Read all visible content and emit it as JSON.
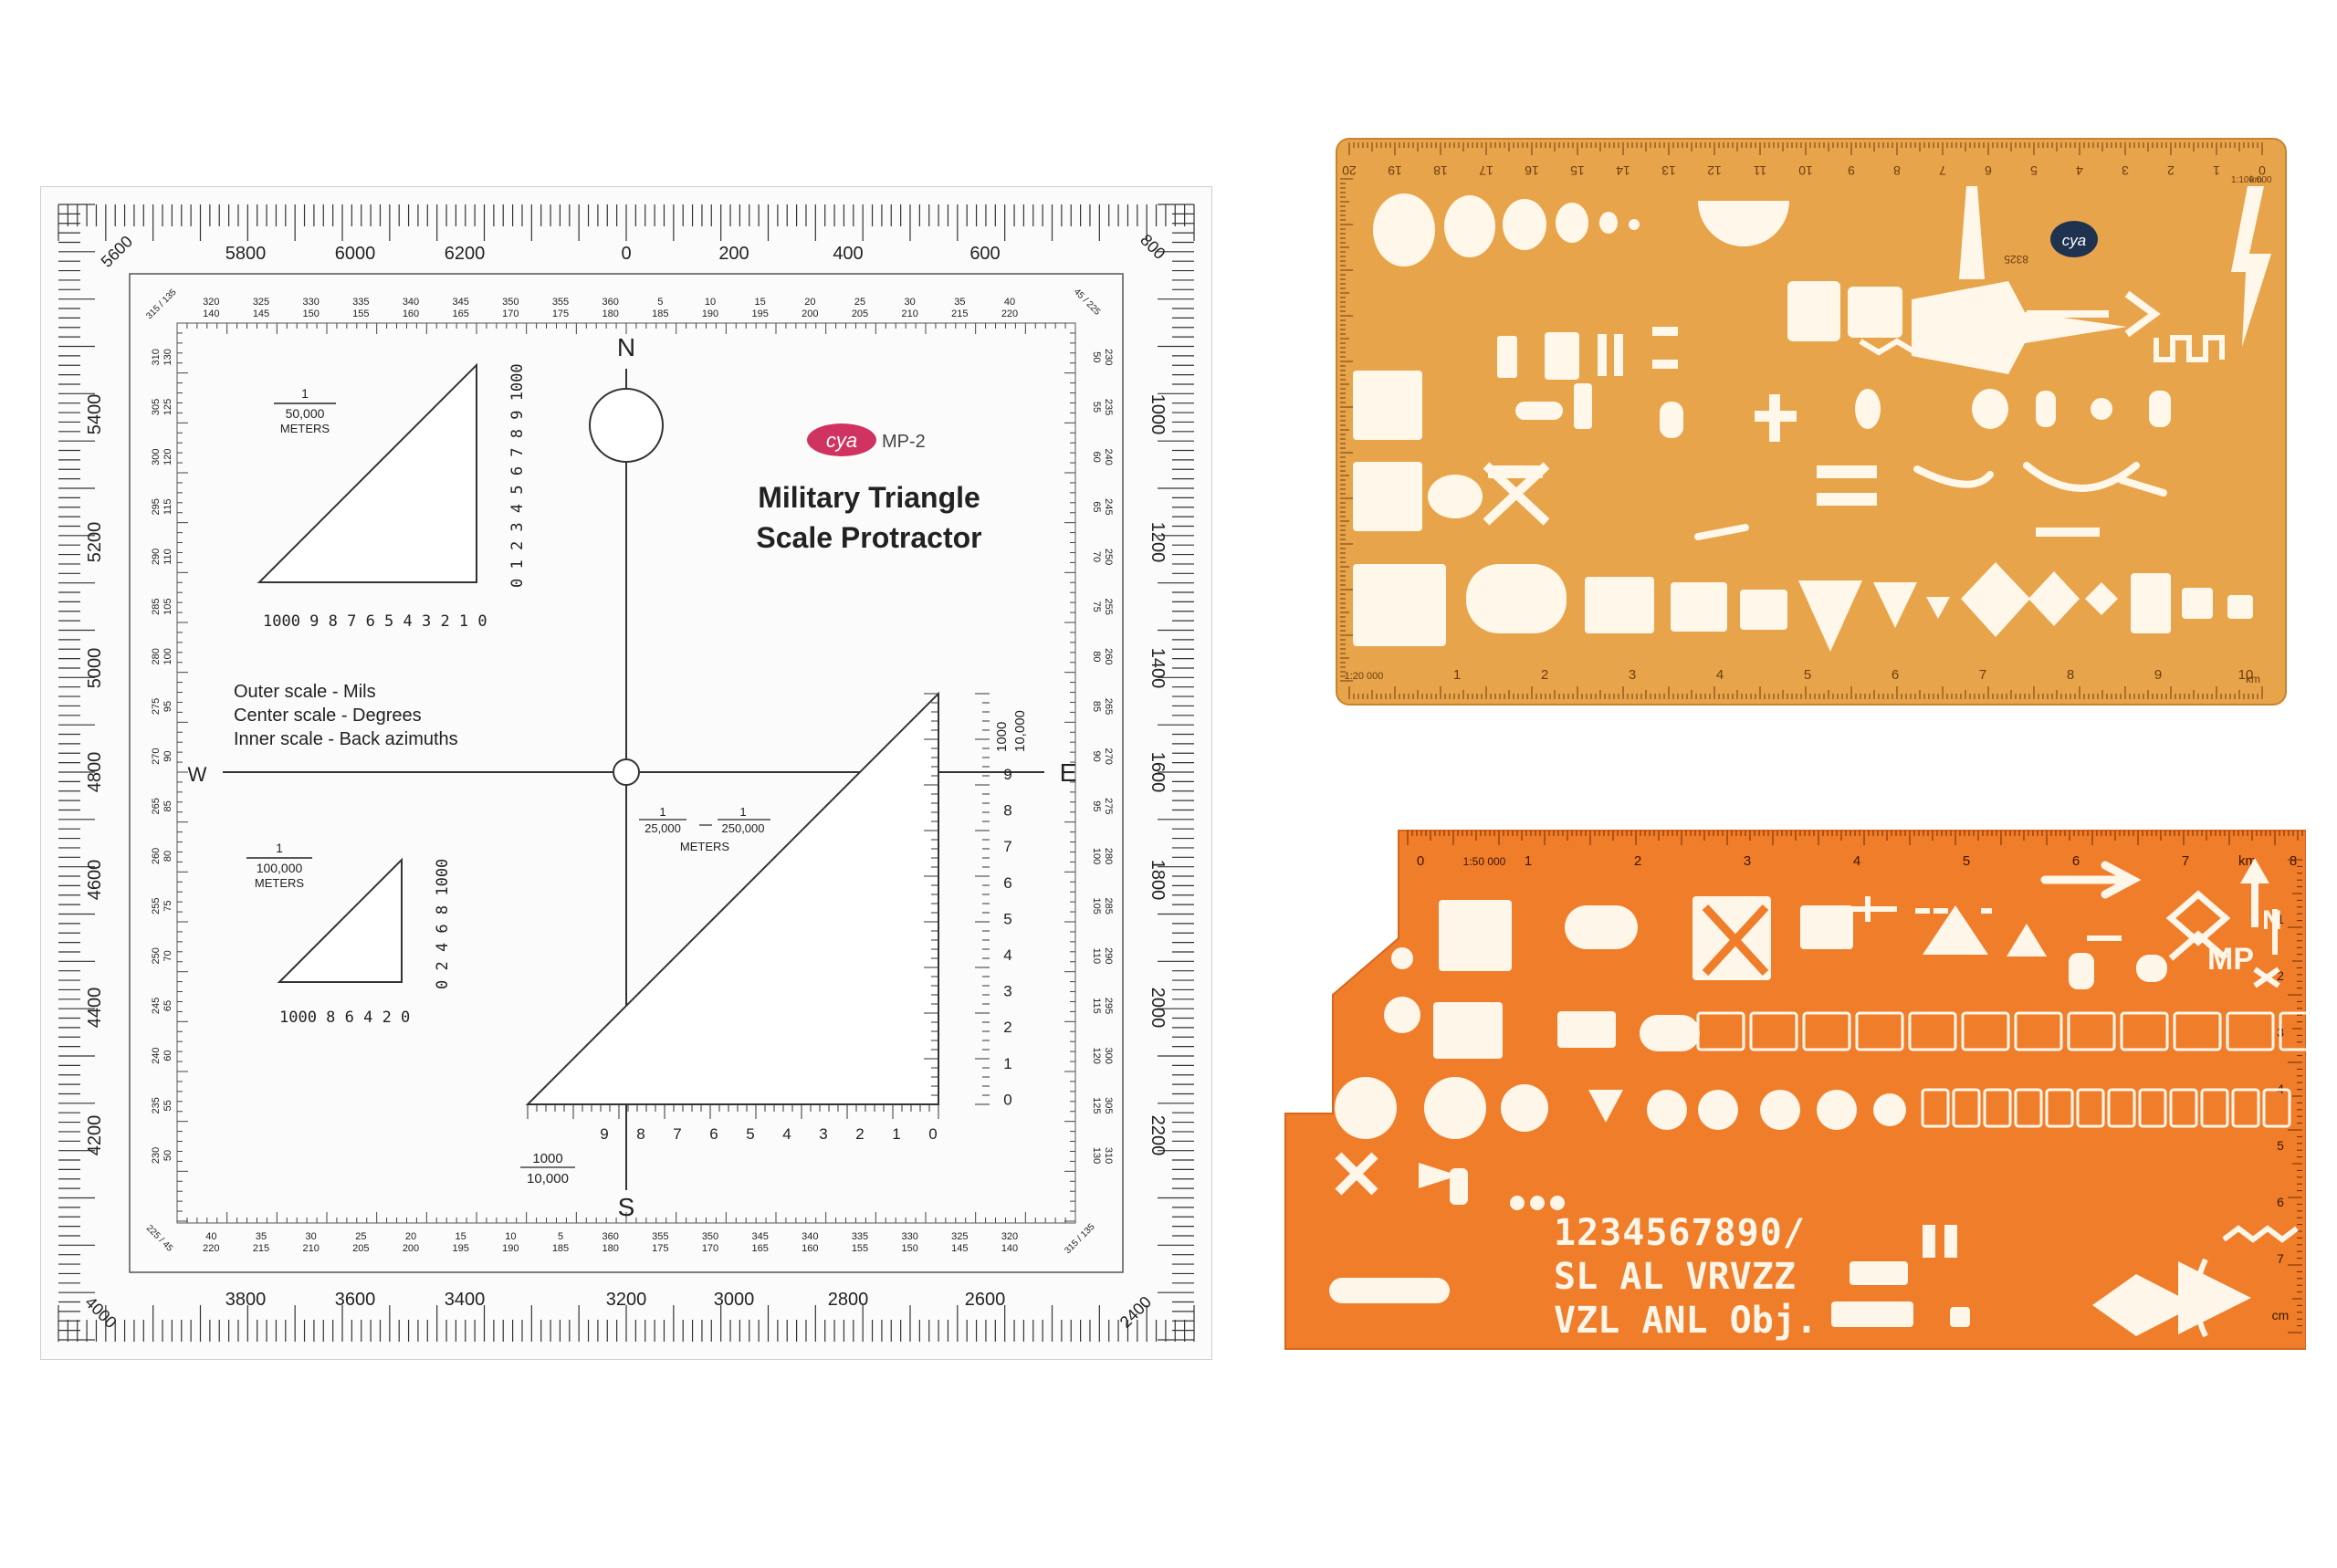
{
  "protractor": {
    "brand": "cya",
    "model": "MP-2",
    "title_line1": "Military Triangle",
    "title_line2": "Scale Protractor",
    "legend": [
      "Outer  scale - Mils",
      "Center scale - Degrees",
      "Inner scale - Back azimuths"
    ],
    "compass": {
      "n": "N",
      "s": "S",
      "e": "E",
      "w": "W"
    },
    "top_mils": [
      "5800",
      "6000",
      "6200",
      "0",
      "200",
      "400",
      "600"
    ],
    "bottom_mils": [
      "3800",
      "3600",
      "3400",
      "3200",
      "3000",
      "2800",
      "2600"
    ],
    "left_mils": [
      "5400",
      "5200",
      "5000",
      "4800",
      "4600",
      "4400",
      "4200"
    ],
    "right_mils": [
      "1000",
      "1200",
      "1400",
      "1600",
      "1800",
      "2000",
      "2200"
    ],
    "corner_mils": {
      "tl": "5600",
      "tr": "800",
      "bl": "4000",
      "br": "2400"
    },
    "top_degrees": [
      {
        "d": "320",
        "b": "140"
      },
      {
        "d": "325",
        "b": "145"
      },
      {
        "d": "330",
        "b": "150"
      },
      {
        "d": "335",
        "b": "155"
      },
      {
        "d": "340",
        "b": "160"
      },
      {
        "d": "345",
        "b": "165"
      },
      {
        "d": "350",
        "b": "170"
      },
      {
        "d": "355",
        "b": "175"
      },
      {
        "d": "360",
        "b": "180"
      },
      {
        "d": "5",
        "b": "185"
      },
      {
        "d": "10",
        "b": "190"
      },
      {
        "d": "15",
        "b": "195"
      },
      {
        "d": "20",
        "b": "200"
      },
      {
        "d": "25",
        "b": "205"
      },
      {
        "d": "30",
        "b": "210"
      },
      {
        "d": "35",
        "b": "215"
      },
      {
        "d": "40",
        "b": "220"
      }
    ],
    "bottom_degrees": [
      {
        "d": "40",
        "b": "220"
      },
      {
        "d": "35",
        "b": "215"
      },
      {
        "d": "30",
        "b": "210"
      },
      {
        "d": "25",
        "b": "205"
      },
      {
        "d": "20",
        "b": "200"
      },
      {
        "d": "15",
        "b": "195"
      },
      {
        "d": "10",
        "b": "190"
      },
      {
        "d": "5",
        "b": "185"
      },
      {
        "d": "360",
        "b": "180"
      },
      {
        "d": "355",
        "b": "175"
      },
      {
        "d": "350",
        "b": "170"
      },
      {
        "d": "345",
        "b": "165"
      },
      {
        "d": "340",
        "b": "160"
      },
      {
        "d": "335",
        "b": "155"
      },
      {
        "d": "330",
        "b": "150"
      },
      {
        "d": "325",
        "b": "145"
      },
      {
        "d": "320",
        "b": "140"
      }
    ],
    "left_degrees": [
      {
        "d": "310",
        "b": "130"
      },
      {
        "d": "305",
        "b": "125"
      },
      {
        "d": "300",
        "b": "120"
      },
      {
        "d": "295",
        "b": "115"
      },
      {
        "d": "290",
        "b": "110"
      },
      {
        "d": "285",
        "b": "105"
      },
      {
        "d": "280",
        "b": "100"
      },
      {
        "d": "275",
        "b": "95"
      },
      {
        "d": "270",
        "b": "90"
      },
      {
        "d": "265",
        "b": "85"
      },
      {
        "d": "260",
        "b": "80"
      },
      {
        "d": "255",
        "b": "75"
      },
      {
        "d": "250",
        "b": "70"
      },
      {
        "d": "245",
        "b": "65"
      },
      {
        "d": "240",
        "b": "60"
      },
      {
        "d": "235",
        "b": "55"
      },
      {
        "d": "230",
        "b": "50"
      }
    ],
    "right_degrees": [
      {
        "d": "50",
        "b": "230"
      },
      {
        "d": "55",
        "b": "235"
      },
      {
        "d": "60",
        "b": "240"
      },
      {
        "d": "65",
        "b": "245"
      },
      {
        "d": "70",
        "b": "250"
      },
      {
        "d": "75",
        "b": "255"
      },
      {
        "d": "80",
        "b": "260"
      },
      {
        "d": "85",
        "b": "265"
      },
      {
        "d": "90",
        "b": "270"
      },
      {
        "d": "95",
        "b": "275"
      },
      {
        "d": "100",
        "b": "280"
      },
      {
        "d": "105",
        "b": "285"
      },
      {
        "d": "110",
        "b": "290"
      },
      {
        "d": "115",
        "b": "295"
      },
      {
        "d": "120",
        "b": "300"
      },
      {
        "d": "125",
        "b": "305"
      },
      {
        "d": "130",
        "b": "310"
      }
    ],
    "corner_degrees": {
      "tl": "315 / 135",
      "tr": "45 / 225",
      "bl": "225 / 45",
      "br": "315 / 135"
    },
    "scale_50k": {
      "num": "1",
      "den": "50,000",
      "unit": "METERS",
      "base": "1000 9 8 7 6 5 4 3 2 1 0",
      "side": "0 1 2 3 4 5 6 7 8 9 1000"
    },
    "scale_100k": {
      "num": "1",
      "den": "100,000",
      "unit": "METERS",
      "base": "1000 8 6 4 2 0",
      "side": "0 2 4 6 8 1000"
    },
    "scale_25k": {
      "num1": "1",
      "den1": "25,000",
      "num2": "1",
      "den2": "250,000",
      "unit": "METERS"
    },
    "scale_10k": {
      "num": "1000",
      "den": "10,000",
      "base": [
        "9",
        "8",
        "7",
        "6",
        "5",
        "4",
        "3",
        "2",
        "1",
        "0"
      ],
      "side": [
        "9",
        "8",
        "7",
        "6",
        "5",
        "4",
        "3",
        "2",
        "1",
        "0"
      ]
    }
  },
  "stencil_top": {
    "top_ruler": [
      "20",
      "19",
      "18",
      "17",
      "16",
      "15",
      "14",
      "13",
      "12",
      "11",
      "10",
      "9",
      "8",
      "7",
      "6",
      "5",
      "4",
      "3",
      "2",
      "1",
      "0"
    ],
    "bottom_ruler": [
      "1:20 000",
      "1",
      "2",
      "3",
      "4",
      "5",
      "6",
      "7",
      "8",
      "9",
      "10"
    ],
    "unit_top": "km",
    "unit_bottom": "km",
    "scale_label": "1:100 000",
    "brand": "cya",
    "model": "8325",
    "color": "#e8a44a"
  },
  "stencil_bottom": {
    "ruler": [
      "0",
      "1:50 000",
      "1",
      "2",
      "3",
      "4",
      "5",
      "6",
      "7",
      "km",
      "8"
    ],
    "side_ruler": [
      "1",
      "2",
      "3",
      "4",
      "5",
      "6",
      "7",
      "cm"
    ],
    "letters": [
      "1234567890/",
      "SL AL VRVZZ",
      "VZL ANL Obj."
    ],
    "mp_label": "MP",
    "n_label": "N",
    "color": "#f07d2a"
  }
}
